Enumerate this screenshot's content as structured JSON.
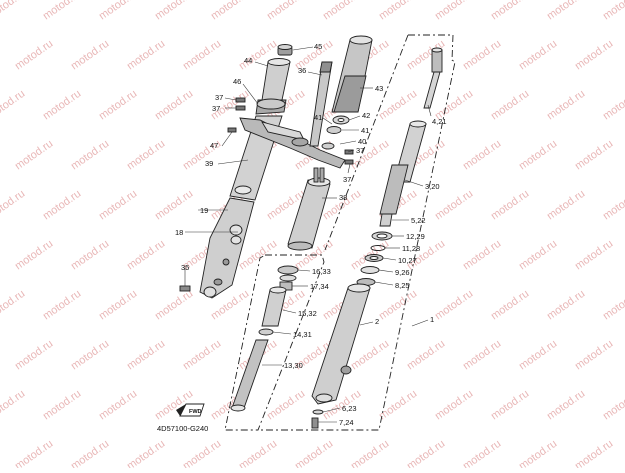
{
  "diagram": {
    "drawing_code": "4D57100-G240",
    "watermark": "motod.ru",
    "colors": {
      "part_fill": "#bdbdbd",
      "part_dark": "#6e6e6e",
      "line": "#222222",
      "watermark": "#e9b8b8"
    },
    "callouts": {
      "c45": "45",
      "c44": "44",
      "c36a": "36",
      "c43": "43",
      "c46": "46",
      "c37a": "37",
      "c37b": "37",
      "c42": "42",
      "c41a": "41",
      "c41b": "41",
      "c40": "40",
      "c37c": "37",
      "c47": "47",
      "c37d": "37",
      "c39": "39",
      "c38": "38",
      "c19": "19",
      "c18": "18",
      "c35": "35",
      "c4_21": "4,21",
      "c3_20": "3,20",
      "c5_22": "5,22",
      "c12_29": "12,29",
      "c11_28": "11,28",
      "c10_27": "10,27",
      "c9_26": "9,26",
      "c8_25": "8,25",
      "c16_33": "16,33",
      "c17_34": "17,34",
      "c15_32": "15,32",
      "c14_31": "14,31",
      "c2": "2",
      "c1": "1",
      "c13_30": "13,30",
      "c6_23": "6,23",
      "c7_24": "7,24"
    },
    "fwd_label": "FWD"
  }
}
